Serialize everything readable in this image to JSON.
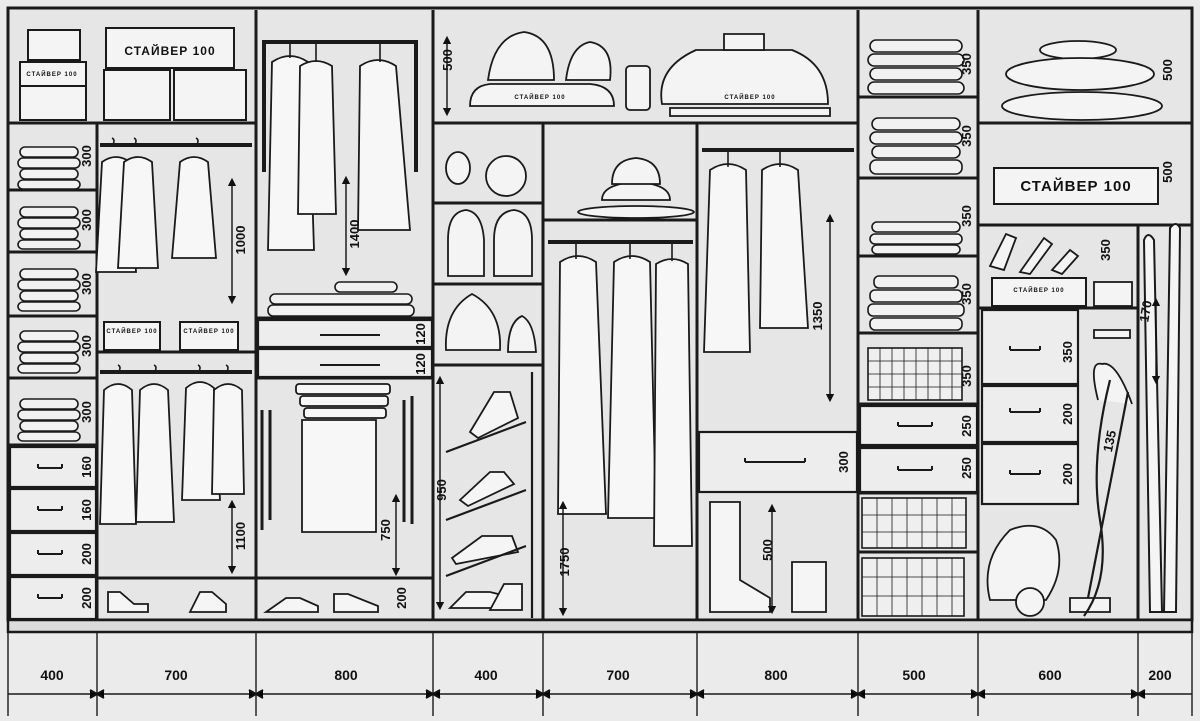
{
  "brand": "СТАЙВЕР 100",
  "bottom_widths": [
    "400",
    "700",
    "800",
    "400",
    "700",
    "800",
    "500",
    "600",
    "200"
  ],
  "dims": {
    "sec1": [
      "300",
      "300",
      "300",
      "300",
      "300",
      "160",
      "160",
      "200",
      "200"
    ],
    "sec2_rod_top": "1000",
    "sec2_rod_bottom": "1100",
    "sec3_rod": "1400",
    "sec3_drawers": [
      "120",
      "120"
    ],
    "sec3_trousers": "750",
    "sec3_shoes": "200",
    "sec4_top": "500",
    "sec4_shoes": "950",
    "sec5_long": "1750",
    "sec6_rod": "1350",
    "sec6_drawer": "300",
    "sec6_boots": "500",
    "sec7": [
      "350",
      "350",
      "350",
      "350",
      "350",
      "250",
      "250"
    ],
    "sec8_top": [
      "500",
      "500"
    ],
    "sec8_tools": "350",
    "sec8_drawers": [
      "350",
      "200",
      "200"
    ],
    "sec8_hose": "135",
    "sec9_skis": "170"
  },
  "colors": {
    "line": "#1a1a1a",
    "panel": "#ececec",
    "inner": "#e2e2e2"
  }
}
